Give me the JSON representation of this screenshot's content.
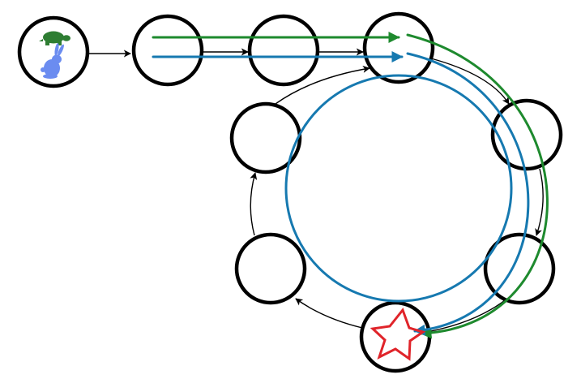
{
  "colors": {
    "tortoise": "#1e8a2e",
    "hare": "#1679b0",
    "tortoise_icon": "#2e7d32",
    "hare_icon": "#6b8cf0",
    "meeting_star": "#e0242a",
    "node_stroke": "#000000",
    "edge": "#000000"
  },
  "icons": {
    "tortoise": "tortoise-icon",
    "hare": "rabbit-icon",
    "meeting_point": "star-icon"
  },
  "graph": {
    "nodes": [
      "start",
      "n1",
      "n2",
      "n3",
      "n4",
      "n5",
      "n6",
      "n7",
      "n8",
      "n9"
    ],
    "edges": [
      [
        "start",
        "n1"
      ],
      [
        "n1",
        "n2"
      ],
      [
        "n2",
        "n3"
      ],
      [
        "n3",
        "n4"
      ],
      [
        "n4",
        "n5"
      ],
      [
        "n5",
        "n6"
      ],
      [
        "n6",
        "n7"
      ],
      [
        "n7",
        "n8"
      ],
      [
        "n8",
        "n9"
      ],
      [
        "n9",
        "n3"
      ]
    ],
    "cycle_entry": "n3",
    "meeting_node": "n6"
  }
}
